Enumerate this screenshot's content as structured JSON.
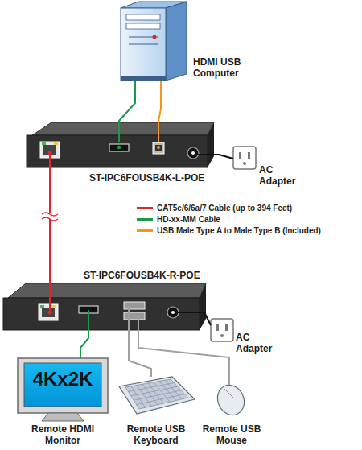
{
  "diagram": {
    "nodes": [
      {
        "text": [
          "HDMI USB Computer"
        ]
      },
      {
        "text": [
          "ST-IPC6FOUSB4K-L-POE"
        ]
      },
      {
        "text": [
          "AC Adapter"
        ]
      },
      {
        "text": [
          "ST-IPC6FOUSB4K-R-POE"
        ]
      },
      {
        "text": [
          "AC Adapter"
        ]
      },
      {
        "text": [
          "4Kx2K",
          "Remote HDMI Monitor"
        ]
      },
      {
        "text": [
          "Remote USB Keyboard"
        ]
      },
      {
        "text": [
          "Remote USB Mouse"
        ]
      }
    ],
    "edges": [
      {
        "from": 0,
        "to": 1,
        "arrow": "none"
      },
      {
        "from": 0,
        "to": 1,
        "arrow": "none"
      },
      {
        "from": 1,
        "to": 3,
        "arrow": "none"
      },
      {
        "from": 1,
        "to": 2,
        "arrow": "none"
      },
      {
        "from": 3,
        "to": 4,
        "arrow": "none"
      },
      {
        "from": 3,
        "to": 5,
        "arrow": "none"
      },
      {
        "from": 3,
        "to": 6,
        "arrow": "none"
      },
      {
        "from": 3,
        "to": 7,
        "arrow": "none"
      }
    ],
    "legend": [
      {
        "text": "CAT5e/6/6a/7 Cable (up to 394 Feet)",
        "color": "#e3242b"
      },
      {
        "text": "HD-xx-MM Cable",
        "color": "#1c9a4a"
      },
      {
        "text": "USB Male Type A to Male Type B (Included)",
        "color": "#f7941d"
      }
    ]
  }
}
